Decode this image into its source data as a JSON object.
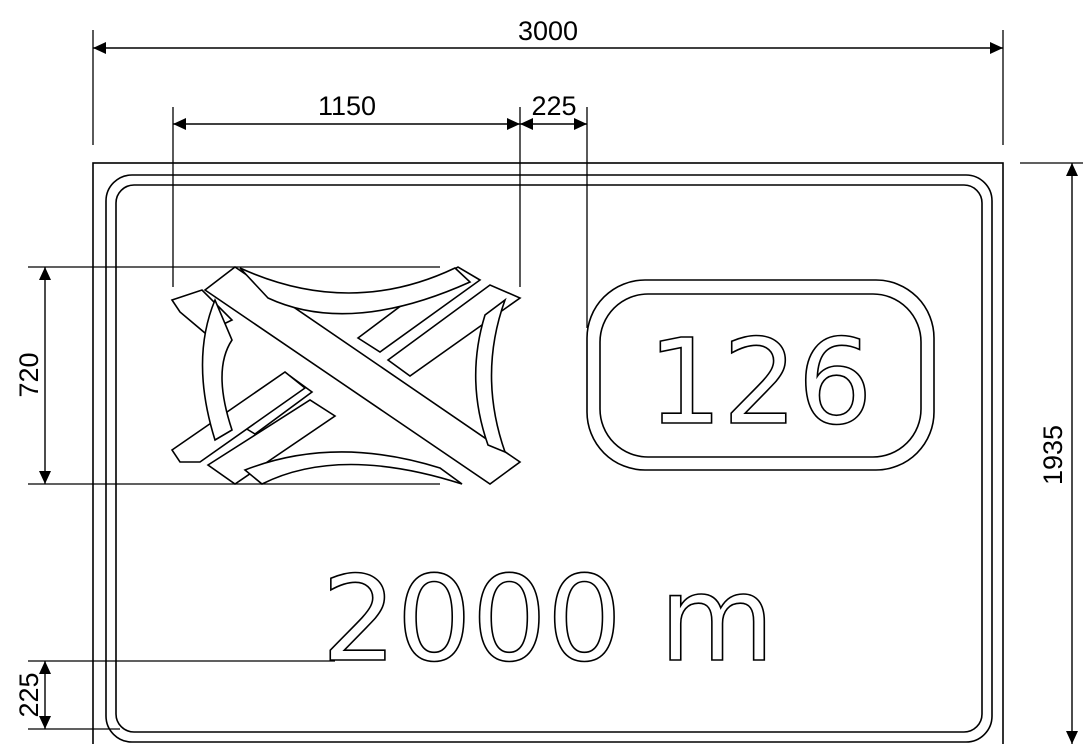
{
  "dimensions": {
    "sign_width": "3000",
    "pictogram_width": "1150",
    "gap_width": "225",
    "pictogram_height": "720",
    "bottom_margin": "225",
    "sign_height": "1935"
  },
  "sign": {
    "route_number": "126",
    "distance": "2000 m"
  },
  "icons": {
    "pictogram": "motorway-interchange-icon"
  },
  "colors": {
    "line": "#000000",
    "background": "#ffffff"
  }
}
